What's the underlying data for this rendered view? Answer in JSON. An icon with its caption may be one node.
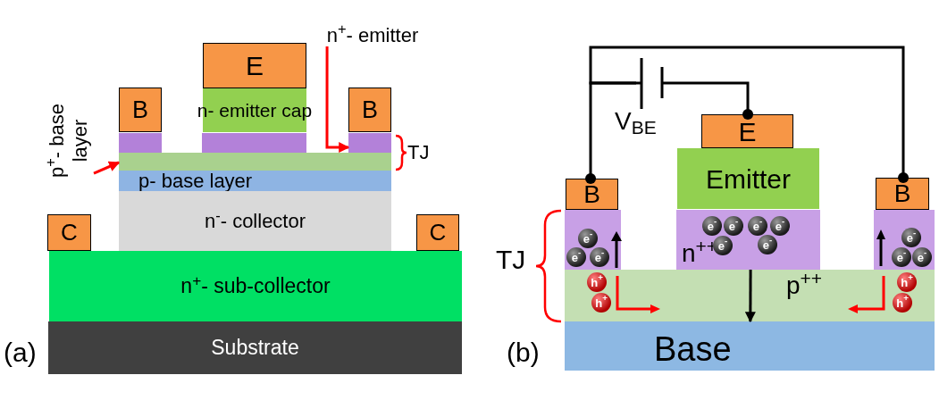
{
  "diagram": {
    "nodes": [
      {
        "text": [
          "n$^{+}$- emitter"
        ]
      },
      {
        "text": [
          "E"
        ]
      },
      {
        "text": [
          "n- emitter cap"
        ]
      },
      {
        "text": [
          "B"
        ]
      },
      {
        "text": [
          "B"
        ]
      },
      {
        "text": [],
        "shape": "box"
      },
      {
        "text": [],
        "shape": "box"
      },
      {
        "text": [],
        "shape": "box"
      },
      {
        "text": [
          "p$^{+}$- base layer"
        ]
      },
      {
        "text": [],
        "shape": "box"
      },
      {
        "text": [
          "p- base layer"
        ]
      },
      {
        "text": [
          "n$^{-}$- collector"
        ]
      },
      {
        "text": [
          "C"
        ]
      },
      {
        "text": [
          "C"
        ]
      },
      {
        "text": [
          "n$^{+}$- sub-collector"
        ]
      },
      {
        "text": [
          "Substrate"
        ]
      },
      {
        "text": [],
        "shape": "battery",
        "beside": [
          "V$_{BE}$"
        ]
      },
      {
        "text": [
          "E"
        ]
      },
      {
        "text": [
          "Emitter"
        ]
      },
      {
        "text": [
          "B"
        ]
      },
      {
        "text": [
          "B"
        ]
      },
      {
        "text": [],
        "shape": "box"
      },
      {
        "text": [
          "e$^{-}$"
        ],
        "in": 21
      },
      {
        "text": [
          "e$^{-}$"
        ],
        "in": 21
      },
      {
        "text": [
          "e$^{-}$"
        ],
        "in": 21
      },
      {
        "text": [
          "n$^{++}$"
        ]
      },
      {
        "text": [
          "e$^{-}$"
        ],
        "in": 25
      },
      {
        "text": [
          "e$^{-}$"
        ],
        "in": 25
      },
      {
        "text": [
          "e$^{-}$"
        ],
        "in": 25
      },
      {
        "text": [
          "e$^{-}$"
        ],
        "in": 25
      },
      {
        "text": [
          "e$^{-}$"
        ],
        "in": 25
      },
      {
        "text": [
          "e$^{-}$"
        ],
        "in": 25
      },
      {
        "text": [],
        "shape": "box"
      },
      {
        "text": [
          "e$^{-}$"
        ],
        "in": 32
      },
      {
        "text": [
          "e$^{-}$"
        ],
        "in": 32
      },
      {
        "text": [
          "e$^{-}$"
        ],
        "in": 32
      },
      {
        "text": [
          "p$^{++}$"
        ]
      },
      {
        "text": [
          "h$^{+}$"
        ],
        "in": 36
      },
      {
        "text": [
          "h$^{+}$"
        ],
        "in": 36
      },
      {
        "text": [
          "h$^{+}$"
        ],
        "in": 36
      },
      {
        "text": [
          "h$^{+}$"
        ],
        "in": 36
      },
      {
        "text": [
          "Base"
        ]
      }
    ],
    "edges": [
      {
        "from": 0,
        "to": 7,
        "arrow": "to",
        "color": "#ff0000"
      },
      {
        "from": 8,
        "to": 9,
        "arrow": "to",
        "color": "#ff0000"
      },
      {
        "from": 16,
        "to": 19,
        "arrow": "other"
      },
      {
        "from": 16,
        "to": 17,
        "arrow": "other"
      },
      {
        "from": 16,
        "to": 20,
        "arrow": "other"
      },
      {
        "from": 25,
        "to": 41,
        "arrow": "to"
      }
    ],
    "labels": [
      "TJ",
      "(a)",
      "TJ",
      "(b)"
    ]
  }
}
